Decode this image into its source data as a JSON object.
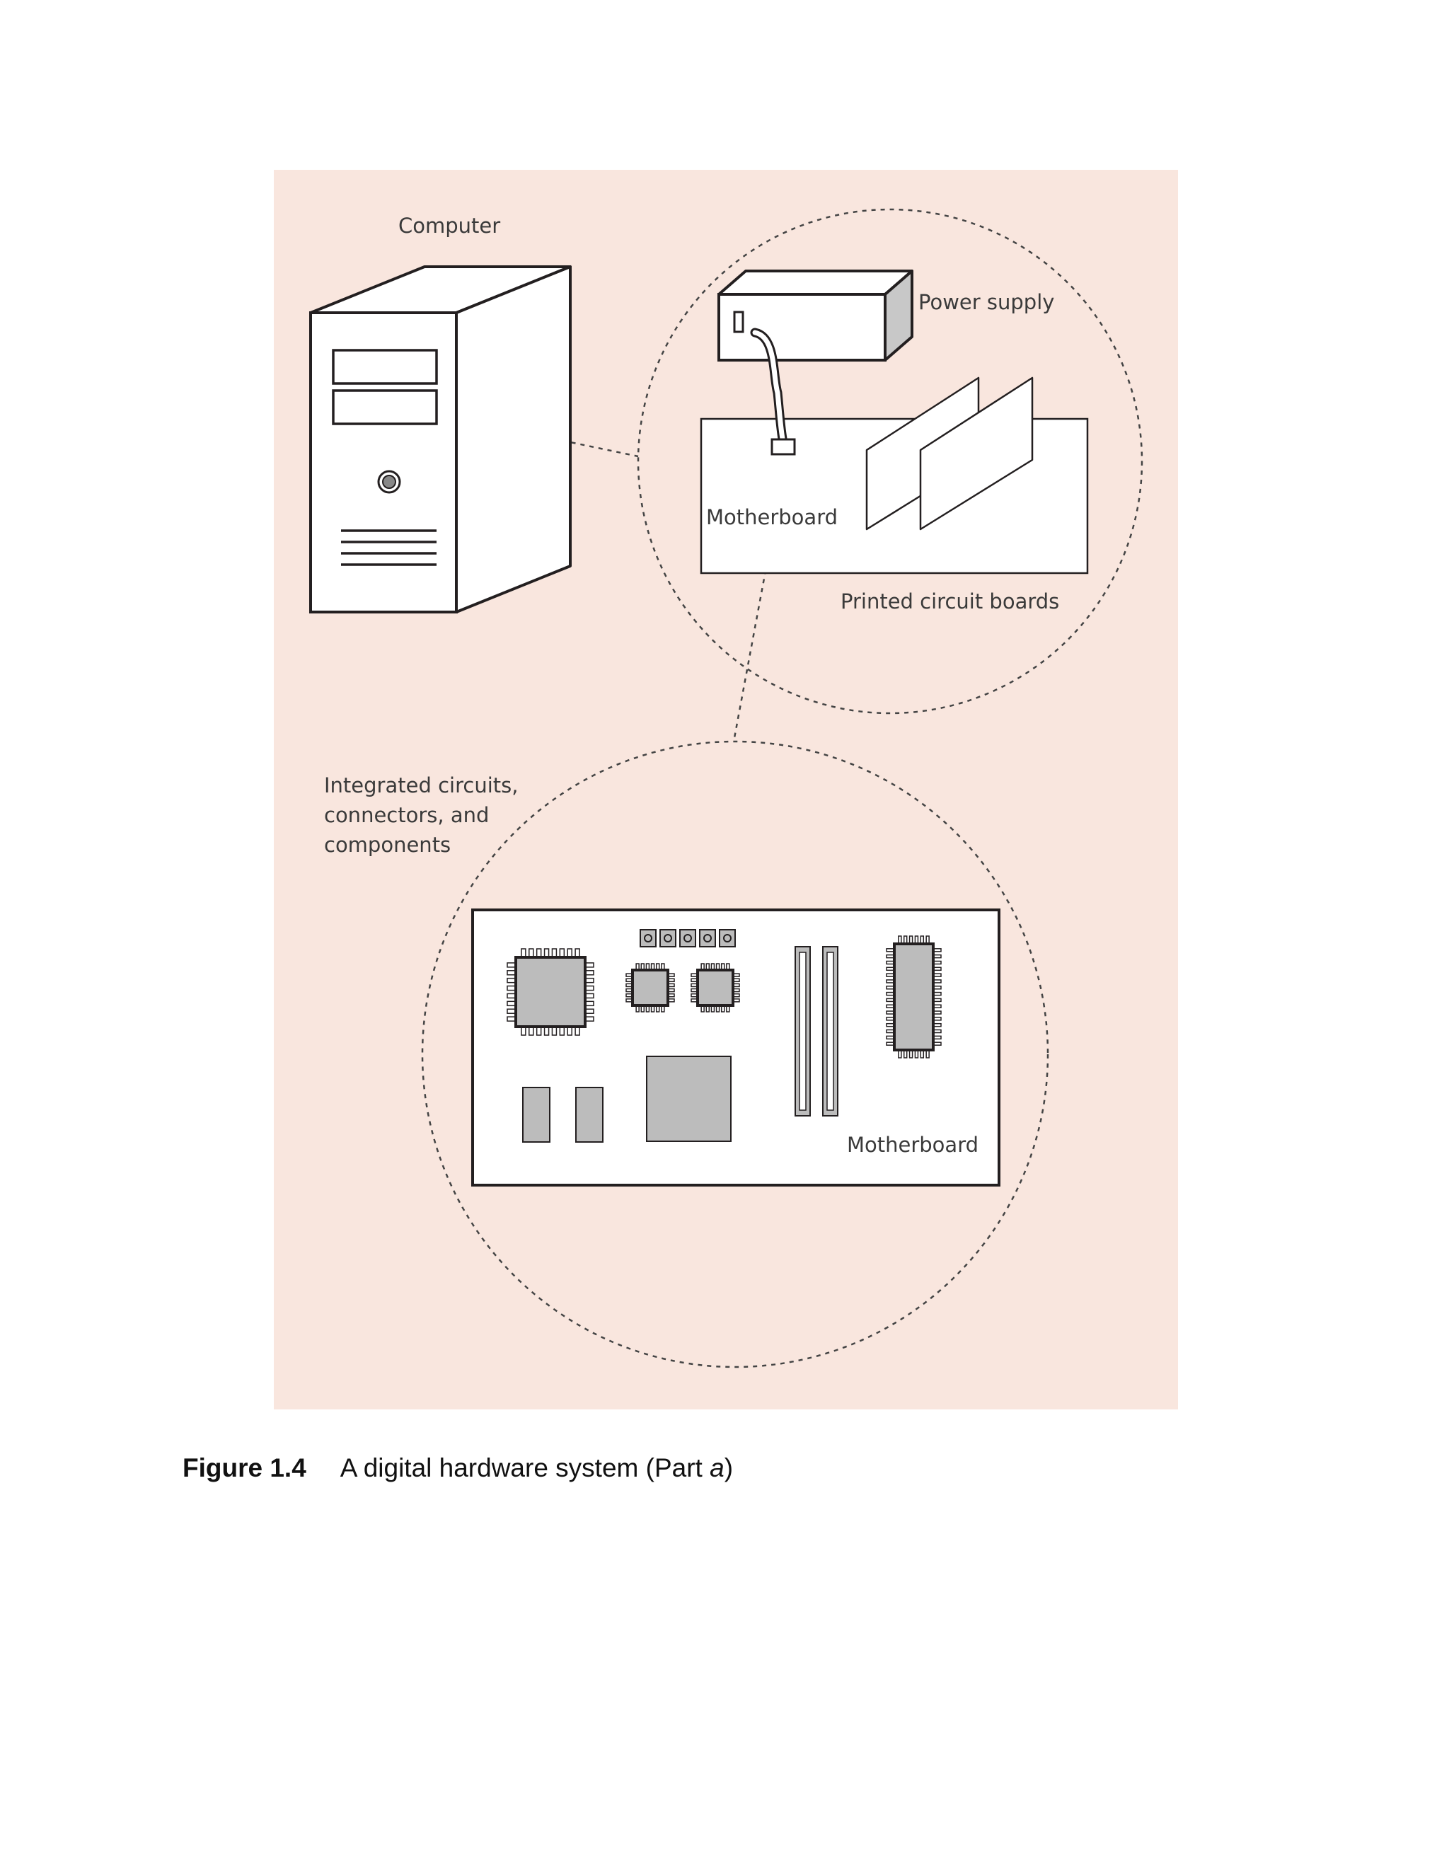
{
  "diagram": {
    "labels": {
      "computer": "Computer",
      "power_supply": "Power supply",
      "motherboard_top": "Motherboard",
      "printed_circuit_boards": "Printed circuit boards",
      "integrated_circuits": [
        "Integrated circuits,",
        "connectors, and",
        "components"
      ],
      "motherboard_bottom": "Motherboard"
    },
    "colors": {
      "background": "#f9e6de",
      "outline": "#231f20",
      "chip_fill": "#bcbcbc",
      "board_fill": "#ffffff"
    }
  },
  "caption": {
    "number": "Figure 1.4",
    "text_before": "A digital hardware system (Part ",
    "text_italic": "a",
    "text_after": ")"
  }
}
